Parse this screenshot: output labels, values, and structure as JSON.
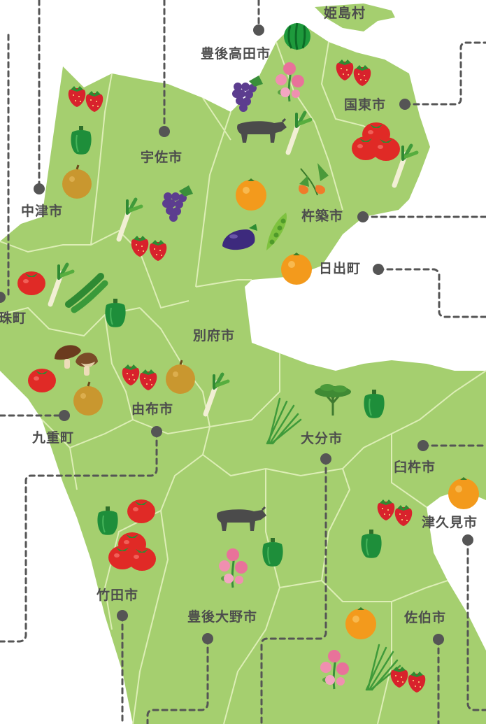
{
  "municipalities": [
    {
      "id": "himeshima",
      "name": "姫島村"
    },
    {
      "id": "bungotakada",
      "name": "豊後高田市"
    },
    {
      "id": "kunisaki",
      "name": "国東市"
    },
    {
      "id": "usa",
      "name": "宇佐市"
    },
    {
      "id": "nakatsu",
      "name": "中津市"
    },
    {
      "id": "kitsuki",
      "name": "杵築市"
    },
    {
      "id": "hiji",
      "name": "日出町"
    },
    {
      "id": "kusu",
      "name": "珠町"
    },
    {
      "id": "beppu",
      "name": "別府市"
    },
    {
      "id": "yufu",
      "name": "由布市"
    },
    {
      "id": "kokonoe",
      "name": "九重町"
    },
    {
      "id": "oita",
      "name": "大分市"
    },
    {
      "id": "usuki",
      "name": "臼杵市"
    },
    {
      "id": "tsukumi",
      "name": "津久見市"
    },
    {
      "id": "taketa",
      "name": "竹田市"
    },
    {
      "id": "bungoono",
      "name": "豊後大野市"
    },
    {
      "id": "saiki",
      "name": "佐伯市"
    }
  ],
  "produce_icons": [
    "strawberry-icon",
    "green-pepper-icon",
    "pear-icon",
    "green-onion-icon",
    "grape-icon",
    "sweet-pea-flower-icon",
    "beef-cattle-icon",
    "tomato-icon",
    "watermelon-icon",
    "mandarin-icon",
    "eggplant-icon",
    "pea-pod-icon",
    "physalis-icon",
    "cucumber-icon",
    "shiitake-icon",
    "chive-icon",
    "broccoli-icon"
  ],
  "colors": {
    "land": "#a5cf6f",
    "border": "#ddeeb6",
    "leader_line": "#555555",
    "label_text": "#4d4d4d"
  }
}
